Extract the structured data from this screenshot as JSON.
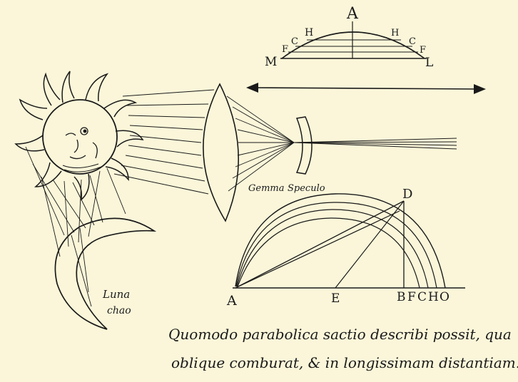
{
  "top_arc": {
    "label_apex": "A",
    "label_left_end": "M",
    "label_right_end": "L",
    "labels_left": [
      "F",
      "C",
      "H"
    ],
    "labels_right": [
      "H",
      "C",
      "F"
    ]
  },
  "lens_label": "Gemma",
  "mirror_label": "Speculo",
  "moon_label_line1": "Luna",
  "moon_label_line2": "chao",
  "bottom_figure": {
    "label_A": "A",
    "label_E": "E",
    "label_D": "D",
    "label_B": "B",
    "label_F": "F",
    "label_C": "C",
    "label_H": "H",
    "label_O": "O"
  },
  "caption": {
    "line1": "Quomodo parabolica sactio describi possit, qua",
    "line2": "oblique comburat, & in longissimam distantiam."
  },
  "colors": {
    "paper": "#fbf6d9",
    "ink": "#1a1a1a"
  }
}
